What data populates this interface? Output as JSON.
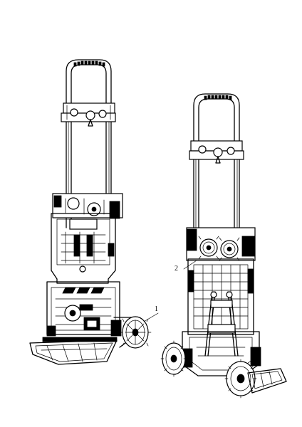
{
  "callouts": [
    {
      "number": "1",
      "target": "wheel"
    },
    {
      "number": "2",
      "target": "frame"
    }
  ]
}
